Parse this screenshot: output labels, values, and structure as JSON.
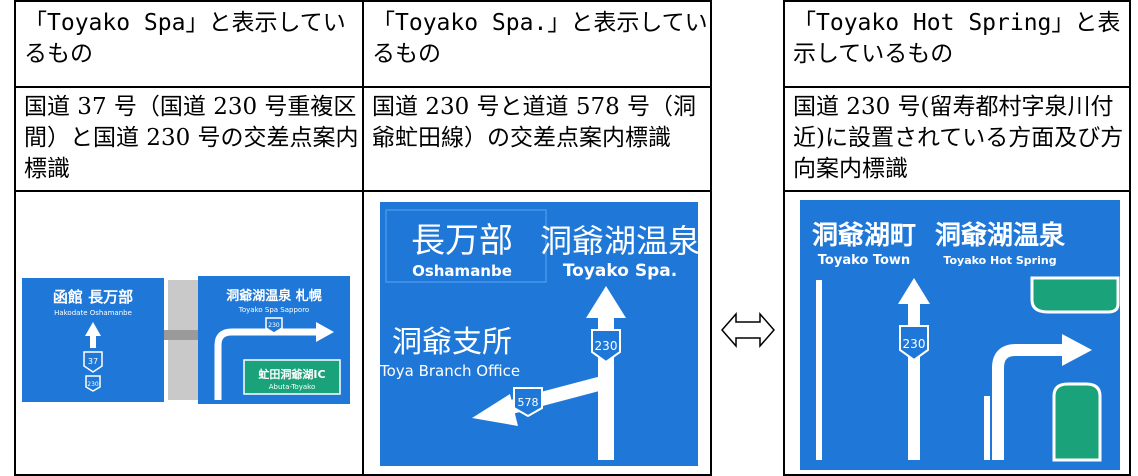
{
  "columns": [
    {
      "header": "「Toyako Spa」と表示しているもの",
      "description": "国道 37 号（国道 230 号重複区間）と国道 230 号の交差点案内標識",
      "sign": {
        "left_panel": {
          "places_jp": "函館 長万部",
          "places_en": "Hakodate  Oshamanbe",
          "route1": "37",
          "route2": "230"
        },
        "right_panel": {
          "places_jp": "洞爺湖温泉 札幌",
          "places_en": "Toyako Spa    Sapporo",
          "route": "230",
          "ic_jp": "虻田洞爺湖IC",
          "ic_en": "Abuta-Toyako"
        }
      }
    },
    {
      "header": "「Toyako Spa.」と表示しているもの",
      "description": "国道 230 号と道道 578 号（洞爺虻田線）の交差点案内標識",
      "sign": {
        "top_left_jp": "長万部",
        "top_left_en": "Oshamanbe",
        "top_right_jp": "洞爺湖温泉",
        "top_right_en": "Toyako Spa.",
        "left_jp": "洞爺支所",
        "left_en": "Toya Branch Office",
        "route_main": "230",
        "route_branch": "578"
      }
    },
    {
      "header": "「Toyako Hot Spring」と表示しているもの",
      "description": "国道 230 号(留寿都村字泉川付近)に設置されている方面及び方向案内標識",
      "sign": {
        "left_jp": "洞爺湖町",
        "left_en": "Toyako Town",
        "right_jp": "洞爺湖温泉",
        "right_en": "Toyako Hot Spring",
        "route": "230"
      }
    }
  ],
  "colors": {
    "sign_blue": "#1f78d8",
    "sign_green": "#1aa37a",
    "border": "#000000"
  },
  "middle_icon": "left-right-double-arrow-icon"
}
